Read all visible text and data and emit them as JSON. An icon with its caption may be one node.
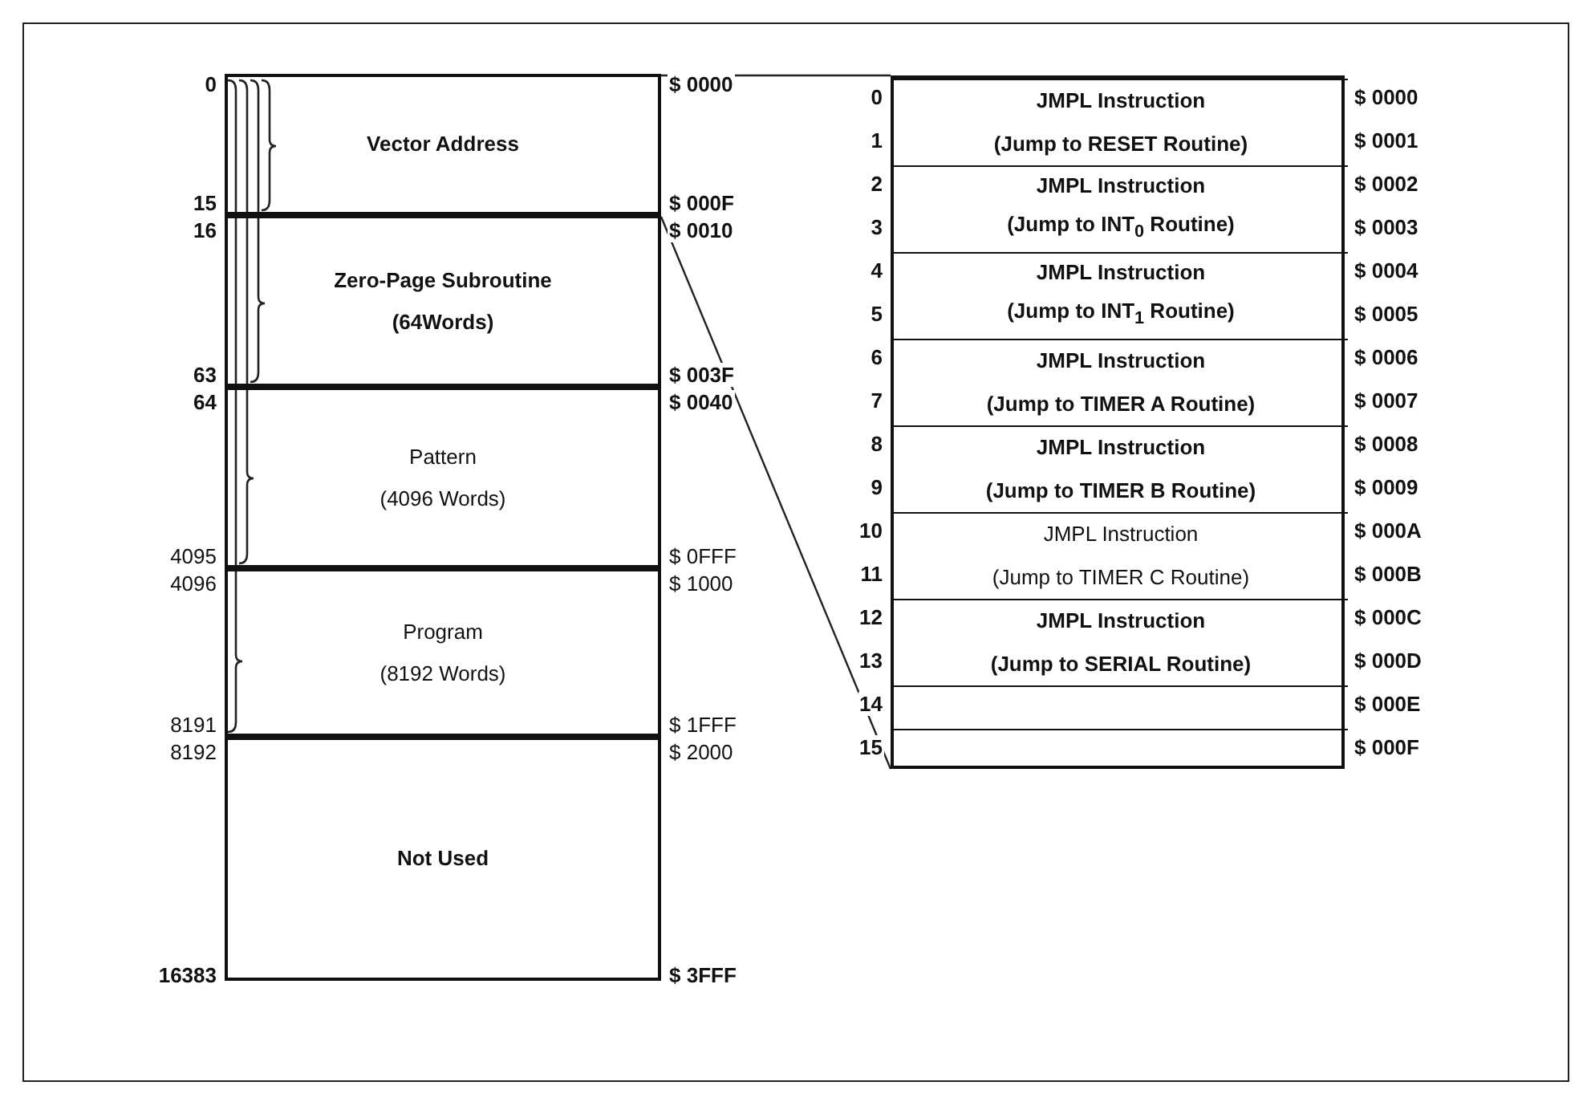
{
  "diagram": {
    "nodes": [
      {
        "text": [
          "Vector Address"
        ]
      },
      {
        "text": [
          "Zero-Page Subroutine",
          "(64Words)"
        ]
      },
      {
        "text": [
          "Pattern",
          "(4096 Words)"
        ]
      },
      {
        "text": [
          "Program",
          "(8192 Words)"
        ]
      },
      {
        "text": [
          "Not Used"
        ]
      },
      {
        "text": [],
        "shape": "box"
      },
      {
        "text": [
          "JMPL Instruction",
          "(Jump to RESET Routine)"
        ],
        "in": 5
      },
      {
        "text": [
          "JMPL Instruction",
          "(Jump to INT$_{0}$ Routine)"
        ],
        "in": 5
      },
      {
        "text": [
          "JMPL Instruction",
          "(Jump to INT$_{1}$ Routine)"
        ],
        "in": 5
      },
      {
        "text": [
          "JMPL Instruction",
          "(Jump to TIMER A Routine)"
        ],
        "in": 5
      },
      {
        "text": [
          "JMPL Instruction",
          "(Jump to TIMER B Routine)"
        ],
        "in": 5
      },
      {
        "text": [
          "JMPL Instruction",
          "(Jump to TIMER C Routine)"
        ],
        "in": 5
      },
      {
        "text": [
          "JMPL Instruction",
          "(Jump to SERIAL Routine)"
        ],
        "in": 5
      },
      {
        "text": [],
        "shape": "box",
        "in": 5
      },
      {
        "text": [],
        "shape": "box",
        "in": 5
      }
    ],
    "edges": [
      {
        "from": 0,
        "to": 5,
        "arrow": "none"
      },
      {
        "from": 0,
        "to": 5,
        "arrow": "none"
      }
    ],
    "labels": [
      "0",
      "$ 0000",
      "15",
      "$ 000F",
      "16",
      "$ 0010",
      "63",
      "$ 003F",
      "64",
      "$ 0040",
      "4095",
      "$ 0FFF",
      "4096",
      "$ 1000",
      "8191",
      "$ 1FFF",
      "8192",
      "$ 2000",
      "16383",
      "$ 3FFF",
      "0",
      "$ 0000",
      "1",
      "$ 0001",
      "2",
      "$ 0002",
      "3",
      "$ 0003",
      "4",
      "$ 0004",
      "5",
      "$ 0005",
      "6",
      "$ 0006",
      "7",
      "$ 0007",
      "8",
      "$ 0008",
      "9",
      "$ 0009",
      "10",
      "$ 000A",
      "11",
      "$ 000B",
      "12",
      "$ 000C",
      "13",
      "$ 000D",
      "14",
      "$ 000E",
      "15",
      "$ 000F"
    ]
  }
}
